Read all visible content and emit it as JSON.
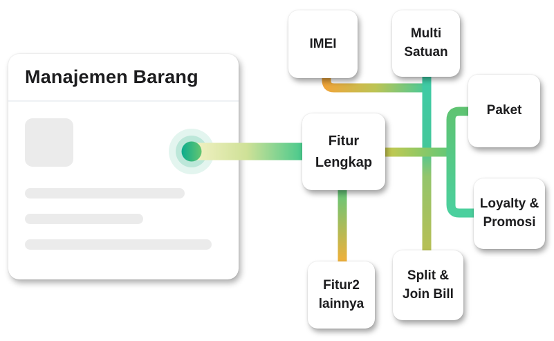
{
  "diagram": {
    "card": {
      "title": "Manajemen Barang",
      "skeleton_lines": 3,
      "has_thumbnail_placeholder": true
    },
    "hub": {
      "label": "Fitur Lengkap"
    },
    "nodes": {
      "imei": {
        "label": "IMEI"
      },
      "multi_satuan": {
        "label": "Multi Satuan"
      },
      "paket": {
        "label": "Paket"
      },
      "loyalty_promosi": {
        "label": "Loyalty & Promosi"
      },
      "split_join_bill": {
        "label": "Split & Join Bill"
      },
      "fitur2_lainnya": {
        "label": "Fitur2 lainnya"
      }
    },
    "connections": [
      {
        "from": "manajemen-barang-card",
        "to": "fitur-lengkap",
        "style": "pale-yellow-to-green beam"
      },
      {
        "from": "imei",
        "to": "multi-satuan-line",
        "style": "orange-to-green elbow"
      },
      {
        "from": "multi-satuan",
        "to": "split-join-bill",
        "style": "teal-to-olive vertical"
      },
      {
        "from": "fitur-lengkap",
        "to": "paket",
        "style": "olive-to-green then up elbow"
      },
      {
        "from": "fitur-lengkap",
        "to": "loyalty-promosi",
        "style": "green down elbow"
      },
      {
        "from": "fitur-lengkap",
        "to": "fitur2-lainnya",
        "style": "green-to-amber vertical"
      }
    ]
  },
  "colors": {
    "background": "#ffffff",
    "surface": "#ffffff",
    "text": "#1c1c1e",
    "skeleton": "#ebebeb",
    "divider": "#eef1f4",
    "teal": "#3ecba6",
    "green": "#52c884",
    "mint": "#4bd09e",
    "olive": "#b7bf55",
    "amber": "#f0a53a",
    "beam_pale": "#f3f2c6",
    "dot_core_left": "#0aab8d",
    "dot_core_right": "#66c671",
    "dot_glow": "#7ed0b6"
  }
}
